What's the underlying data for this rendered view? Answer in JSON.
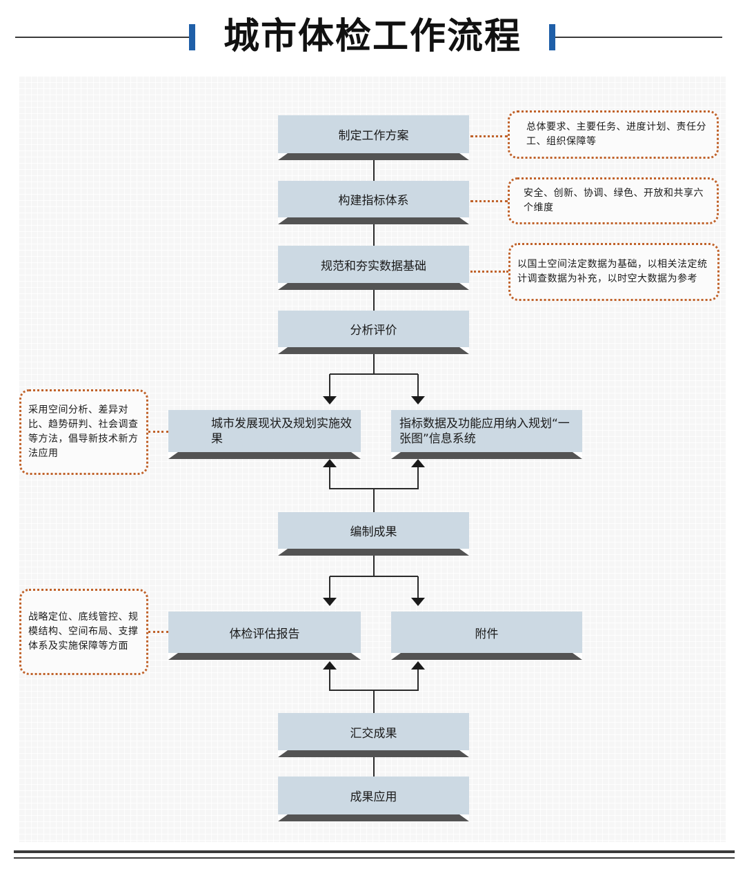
{
  "title": "城市体检工作流程",
  "steps": {
    "s1": "制定工作方案",
    "s2": "构建指标体系",
    "s3": "规范和夯实数据基础",
    "s4": "分析评价",
    "s5a": "城市发展现状及规划实施效果",
    "s5b": "指标数据及功能应用纳入规划“一张图”信息系统",
    "s6": "编制成果",
    "s7a": "体检评估报告",
    "s7b": "附件",
    "s8": "汇交成果",
    "s9": "成果应用"
  },
  "notes": {
    "n1": "总体要求、主要任务、进度计划、责任分工、组织保障等",
    "n2": "安全、创新、协调、绿色、开放和共享六个维度",
    "n3": "以国土空间法定数据为基础，以相关法定统计调查数据为补充，以时空大数据为参考",
    "n4": "采用空间分析、差异对比、趋势研判、社会调查等方法，倡导新技术新方法应用",
    "n5": "战略定位、底线管控、规模结构、空间布局、支撑体系及实施保障等方面"
  },
  "colors": {
    "box_fill": "#ccd9e3",
    "box_shadow": "#535353",
    "note_border": "#c0622a",
    "accent_bar": "#1f5fa8"
  }
}
